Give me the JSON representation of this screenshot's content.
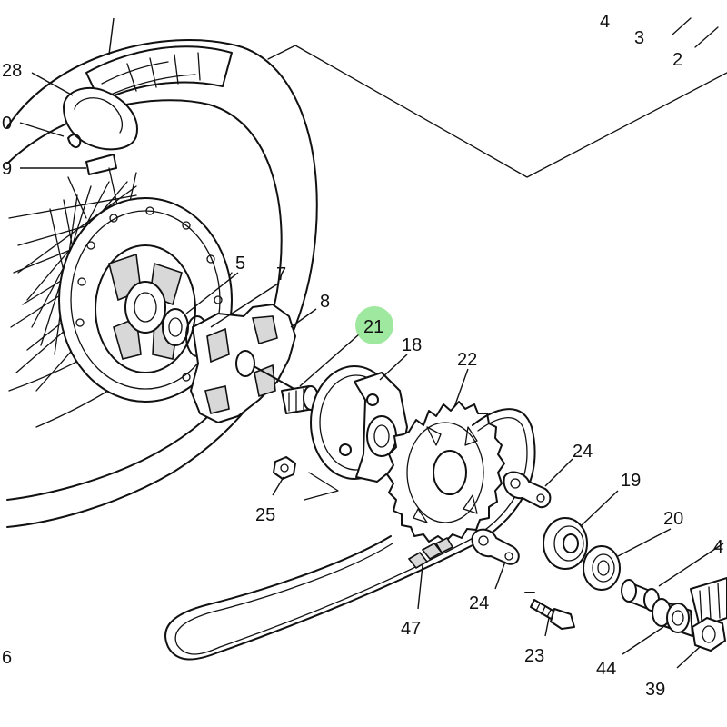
{
  "diagram": {
    "callouts": {
      "c2": "2",
      "c3": "3",
      "c4": "4",
      "c5": "5",
      "c7": "7",
      "c8": "8",
      "c9": "9",
      "c0": "0",
      "c18": "18",
      "c19": "19",
      "c20": "20",
      "c21": "21",
      "c22": "22",
      "c23": "23",
      "c24a": "24",
      "c24b": "24",
      "c25": "25",
      "c28": "28",
      "c39": "39",
      "c44": "44",
      "c47": "47",
      "c4edge": "4",
      "cedge": "6"
    },
    "highlighted_part": "21",
    "highlight_color": "#7fe07f"
  }
}
